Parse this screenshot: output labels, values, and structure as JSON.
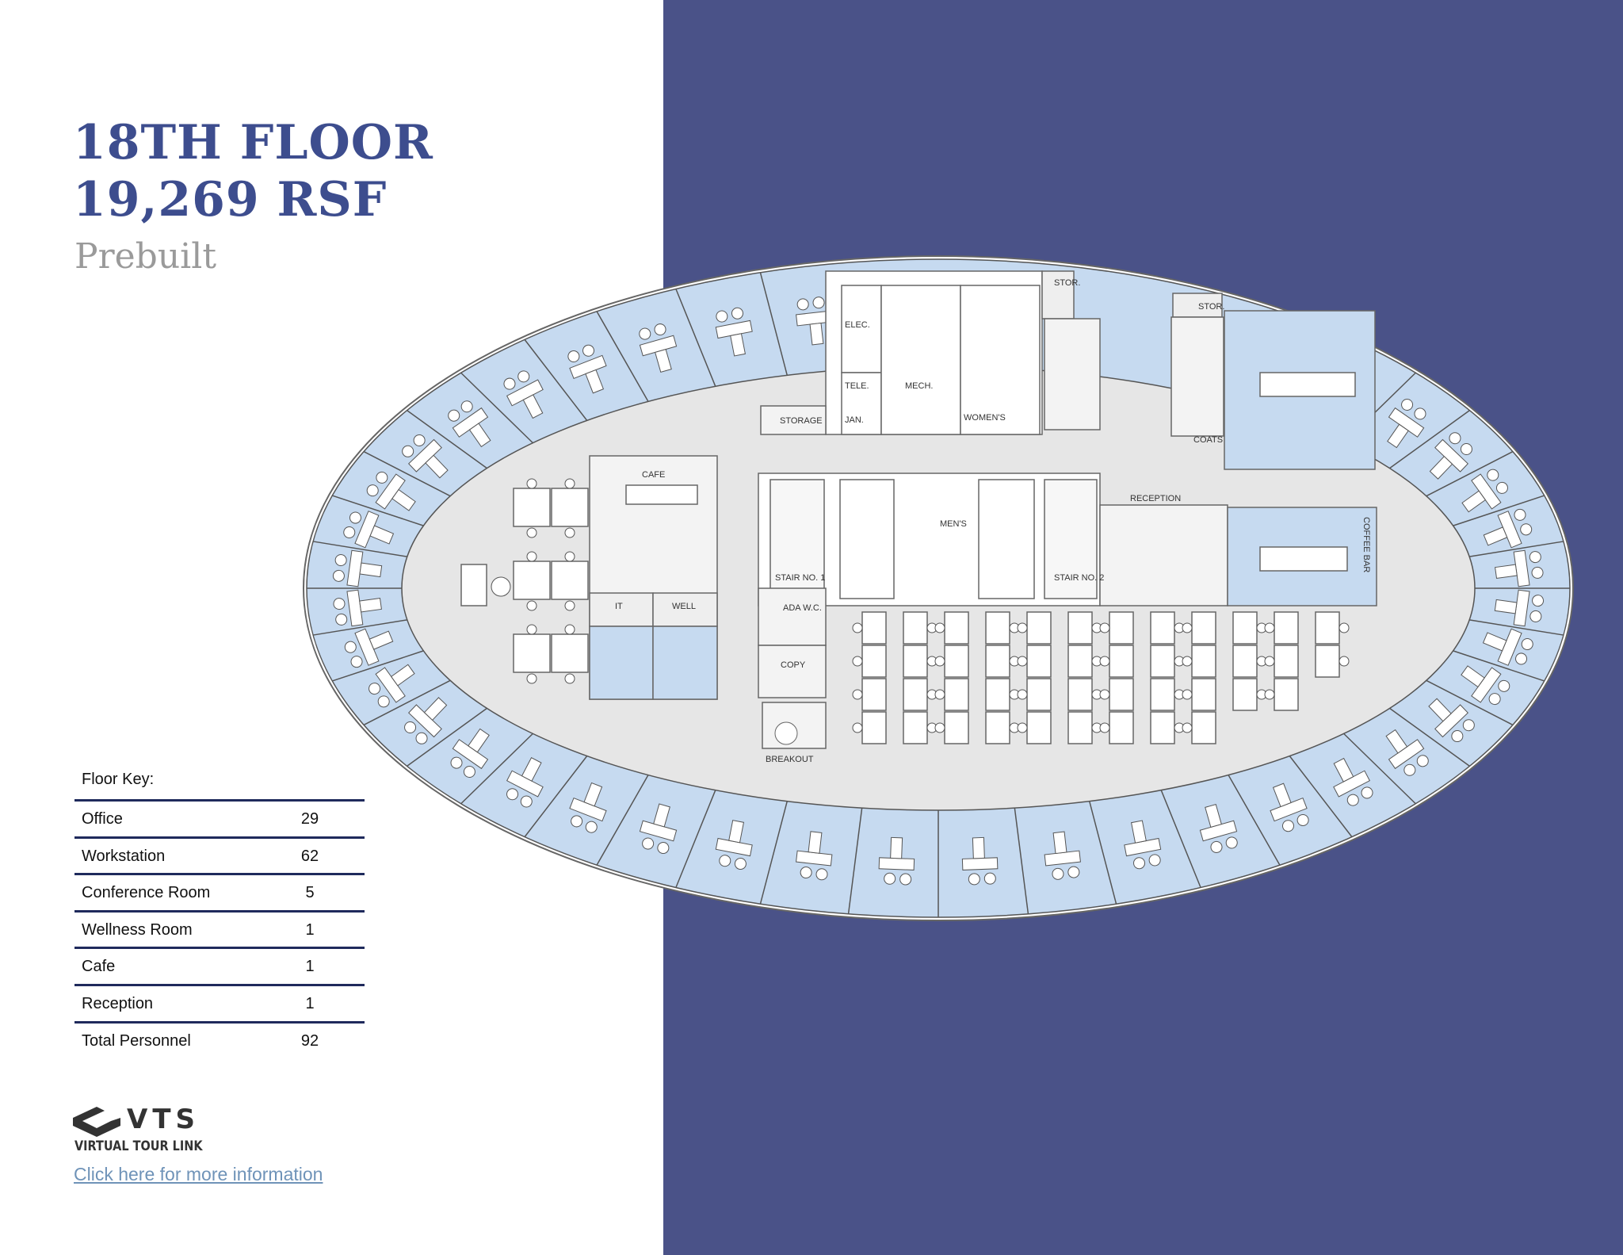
{
  "header": {
    "floor": "18TH FLOOR",
    "area": "19,269 RSF",
    "status": "Prebuilt"
  },
  "floor_key": {
    "title": "Floor Key:",
    "rows": [
      {
        "label": "Office",
        "value": "29"
      },
      {
        "label": "Workstation",
        "value": "62"
      },
      {
        "label": "Conference Room",
        "value": "5"
      },
      {
        "label": "Wellness Room",
        "value": "1"
      },
      {
        "label": "Cafe",
        "value": "1"
      },
      {
        "label": "Reception",
        "value": "1"
      },
      {
        "label": "Total Personnel",
        "value": "92"
      }
    ]
  },
  "logo": {
    "brand": "VTS",
    "tagline": "VIRTUAL TOUR LINK"
  },
  "link": {
    "text": "Click here for more information"
  },
  "plan_labels": {
    "stor_1": "STOR.",
    "stor_2": "STOR.",
    "storage": "STORAGE",
    "elec": "ELEC.",
    "tele": "TELE.",
    "mech": "MECH.",
    "jan": "JAN.",
    "womens": "WOMEN'S",
    "coats": "COATS",
    "cafe": "CAFE",
    "reception": "RECEPTION",
    "mens": "MEN'S",
    "stair1": "STAIR NO. 1",
    "stair2": "STAIR NO. 2",
    "ada": "ADA W.C.",
    "it": "IT",
    "well": "WELL",
    "copy": "COPY",
    "breakout": "BREAKOUT",
    "coffee_bar": "COFFEE BAR"
  },
  "colors": {
    "panel": "#4a5288",
    "title": "#3d4d8e",
    "office_fill": "#c6daf0",
    "circulation": "#e6e6e6",
    "rule": "#1f2a5c",
    "link": "#6f93b8"
  }
}
